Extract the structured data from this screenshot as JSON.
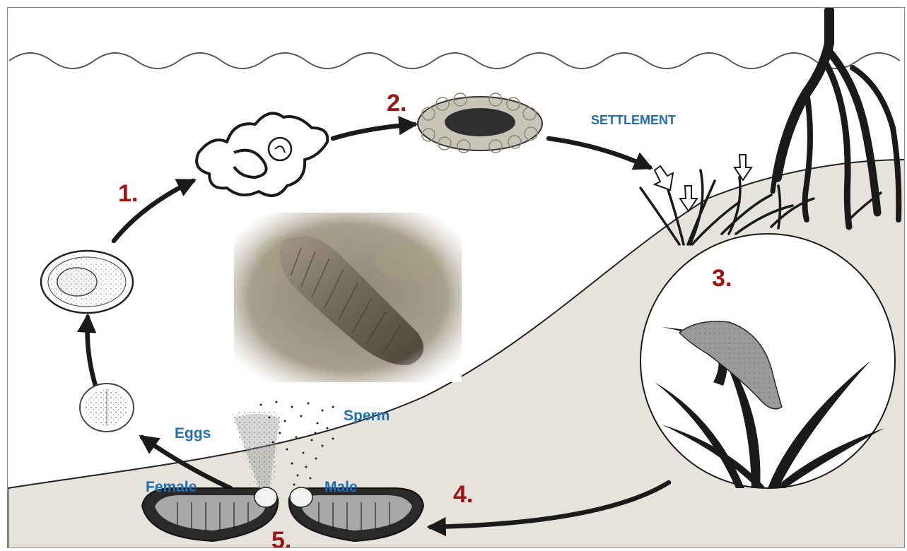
{
  "diagram": {
    "stage_labels": [
      "1.",
      "2.",
      "3.",
      "4.",
      "5."
    ],
    "settlement_label": "SETTLEMENT",
    "eggs_label": "Eggs",
    "sperm_label": "Sperm",
    "female_label": "Female",
    "male_label": "Male",
    "colors": {
      "number": "#a01414",
      "text_blue": "#1f6fb5",
      "seabed": "#e6e3dd",
      "line": "#1a1a1a"
    },
    "icons": [
      "sea-cucumber-photo",
      "larva-icon",
      "grass-icon",
      "mangrove-root-icon",
      "egg-cell-icon"
    ]
  }
}
